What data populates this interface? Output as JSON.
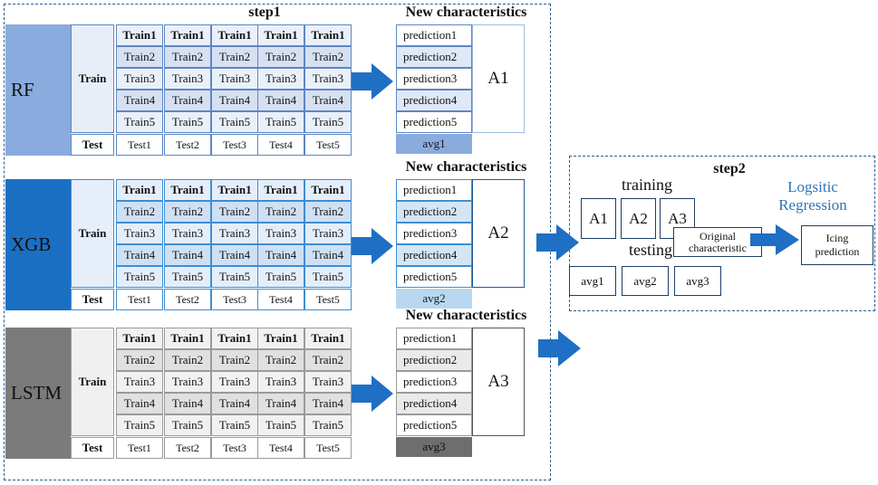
{
  "step1_title": "step1",
  "step2_title": "step2",
  "models": [
    {
      "name": "RF",
      "new_title": "New characteristics",
      "a_label": "A1",
      "avg_label": "avg1",
      "color": "#8aabdd",
      "train_bg": "#e8eef8",
      "row_alt": "#d6e0f2",
      "row_base": "#eaf0fa",
      "border": "#5e86c4",
      "pred_bg": "#ffffff",
      "pred_alt": "#dfe8f6",
      "a_border": "#9dbbe0",
      "avg_bg": "#8aabdd",
      "avg_fg": "#1a1a1a"
    },
    {
      "name": "XGB",
      "new_title": "New characteristics",
      "a_label": "A2",
      "avg_label": "avg2",
      "color": "#1b6fc2",
      "train_bg": "#e6eefa",
      "row_alt": "#cfe0f4",
      "row_base": "#e4eefa",
      "border": "#3d8ed4",
      "pred_bg": "#ffffff",
      "pred_alt": "#d4e6f6",
      "a_border": "#1d5a9a",
      "avg_bg": "#b7d8f0",
      "avg_fg": "#1a1a1a"
    },
    {
      "name": "LSTM",
      "new_title": "New characteristics",
      "a_label": "A3",
      "avg_label": "avg3",
      "color": "#7b7b7b",
      "train_bg": "#f0f0f0",
      "row_alt": "#e0e0e0",
      "row_base": "#f1f1f1",
      "border": "#9a9a9a",
      "pred_bg": "#ffffff",
      "pred_alt": "#eaeaea",
      "a_border": "#555555",
      "avg_bg": "#6e6e6e",
      "avg_fg": "#111111"
    }
  ],
  "grid": {
    "train_label": "Train",
    "test_label": "Test",
    "train_rows": [
      [
        "Train1",
        "Train1",
        "Train1",
        "Train1",
        "Train1"
      ],
      [
        "Train2",
        "Train2",
        "Train2",
        "Train2",
        "Train2"
      ],
      [
        "Train3",
        "Train3",
        "Train3",
        "Train3",
        "Train3"
      ],
      [
        "Train4",
        "Train4",
        "Train4",
        "Train4",
        "Train4"
      ],
      [
        "Train5",
        "Train5",
        "Train5",
        "Train5",
        "Train5"
      ]
    ],
    "test_row": [
      "Test1",
      "Test2",
      "Test3",
      "Test4",
      "Test5"
    ],
    "predictions": [
      "prediction1",
      "prediction2",
      "prediction3",
      "prediction4",
      "prediction5"
    ]
  },
  "step2": {
    "training_label": "training",
    "testing_label": "testing",
    "a_labels": [
      "A1",
      "A2",
      "A3"
    ],
    "avg_labels": [
      "avg1",
      "avg2",
      "avg3"
    ],
    "original_label": "Original characteristic",
    "lr_label": "Logsitic Regression",
    "output_label": "Icing prediction",
    "lr_color": "#2e75b6",
    "arrow_color": "#1f6fc4"
  }
}
